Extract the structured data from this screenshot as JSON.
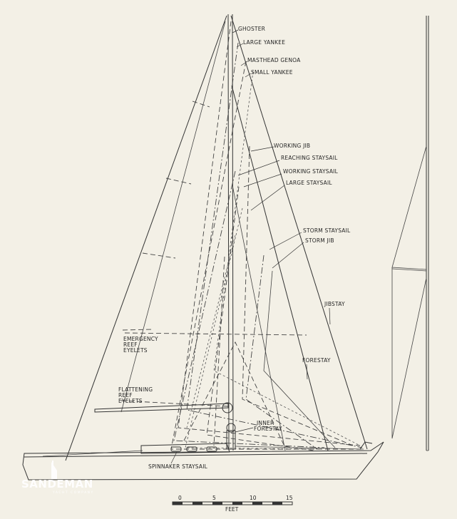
{
  "labels": {
    "ghoster": "GHOSTER",
    "large_yankee": "LARGE YANKEE",
    "masthead_genoa": "MASTHEAD GENOA",
    "small_yankee": "SMALL YANKEE",
    "working_jib": "WORKING JIB",
    "reaching_staysail": "REACHING STAYSAIL",
    "working_staysail": "WORKING STAYSAIL",
    "large_staysail": "LARGE STAYSAIL",
    "storm_staysail": "STORM STAYSAIL",
    "storm_jib": "STORM JIB",
    "jibstay": "JIBSTAY",
    "forestay": "FORESTAY",
    "emergency_reef_1": "EMERGENCY",
    "emergency_reef_2": "REEF",
    "emergency_reef_3": "EYELETS",
    "flattening_reef_1": "FLATTENING",
    "flattening_reef_2": "REEF",
    "flattening_reef_3": "EYELETS",
    "inner_forestay_1": "INNER",
    "inner_forestay_2": "FORESTAY",
    "spinnaker_staysail": "SPINNAKER STAYSAIL"
  },
  "scale": {
    "ticks": [
      "0",
      "5",
      "10",
      "15"
    ],
    "unit": "FEET"
  },
  "watermark": {
    "name": "SANDEMAN",
    "tagline": "YACHT COMPANY"
  },
  "colors": {
    "paper": "#f3f0e6",
    "ink": "#2a2a2a",
    "logo": "#ffffff"
  }
}
